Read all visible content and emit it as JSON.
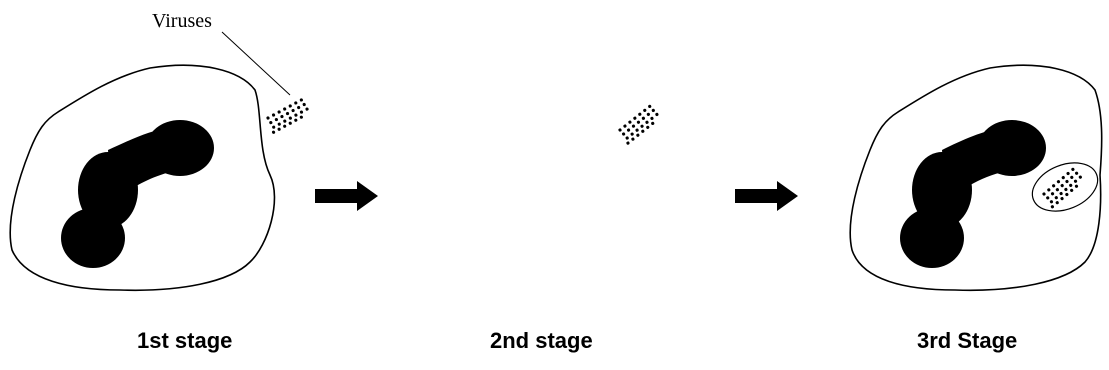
{
  "diagram": {
    "callout_label": "Viruses",
    "stages": [
      {
        "label": "1st stage"
      },
      {
        "label": "2nd stage"
      },
      {
        "label": "3rd Stage"
      }
    ],
    "colors": {
      "ink": "#000000",
      "background": "#ffffff"
    },
    "icons": [
      "cell-icon",
      "nucleus-icon",
      "virus-cluster-icon",
      "arrow-right-icon",
      "vacuole-icon"
    ]
  }
}
